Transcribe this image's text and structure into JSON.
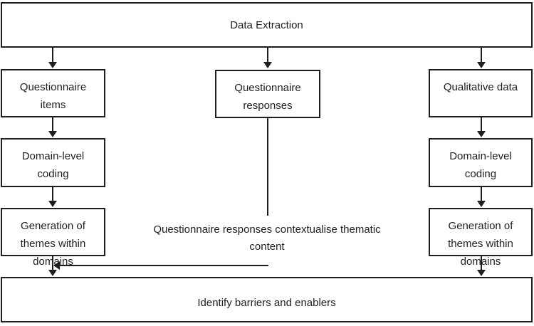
{
  "diagram": {
    "top": {
      "label": "Data Extraction"
    },
    "left_column": [
      {
        "label": "Questionnaire\nitems"
      },
      {
        "label": "Domain-level\ncoding"
      },
      {
        "label": "Generation of\nthemes within\ndomains"
      }
    ],
    "center": {
      "box": {
        "label": "Questionnaire\nresponses"
      },
      "annotation": "Questionnaire responses contextualise thematic\ncontent"
    },
    "right_column": [
      {
        "label": "Qualitative data"
      },
      {
        "label": "Domain-level\ncoding"
      },
      {
        "label": "Generation of\nthemes within\ndomains"
      }
    ],
    "bottom": {
      "label": "Identify barriers and enablers"
    },
    "colors": {
      "border": "#1f1f1f",
      "text": "#1f1f1f",
      "background": "#ffffff"
    }
  }
}
